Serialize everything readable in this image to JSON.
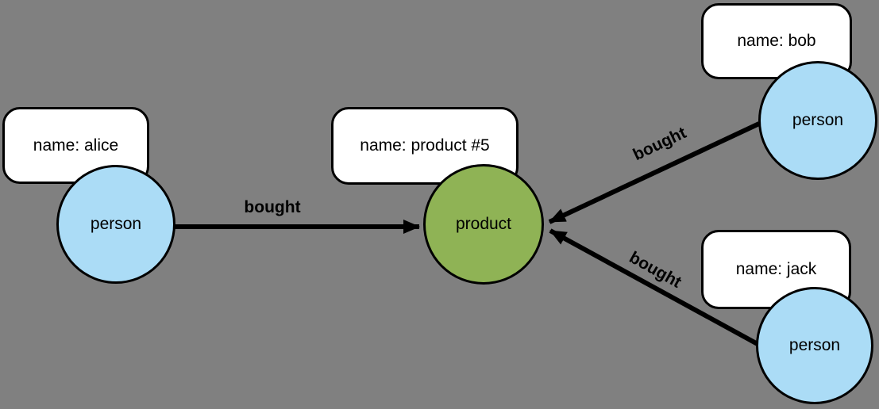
{
  "canvas": {
    "background_color": "#808080",
    "outline_color": "#000000",
    "person_fill": "#abdcf6",
    "product_fill": "#8fb355",
    "label_fill": "#ffffff"
  },
  "nodes": [
    {
      "id": "alice",
      "label": "person",
      "property_label": "name: alice"
    },
    {
      "id": "product-5",
      "label": "product",
      "property_label": "name: product #5"
    },
    {
      "id": "bob",
      "label": "person",
      "property_label": "name: bob"
    },
    {
      "id": "jack",
      "label": "person",
      "property_label": "name: jack"
    }
  ],
  "edges": [
    {
      "from": "alice",
      "to": "product-5",
      "label": "bought"
    },
    {
      "from": "bob",
      "to": "product-5",
      "label": "bought"
    },
    {
      "from": "jack",
      "to": "product-5",
      "label": "bought"
    }
  ]
}
